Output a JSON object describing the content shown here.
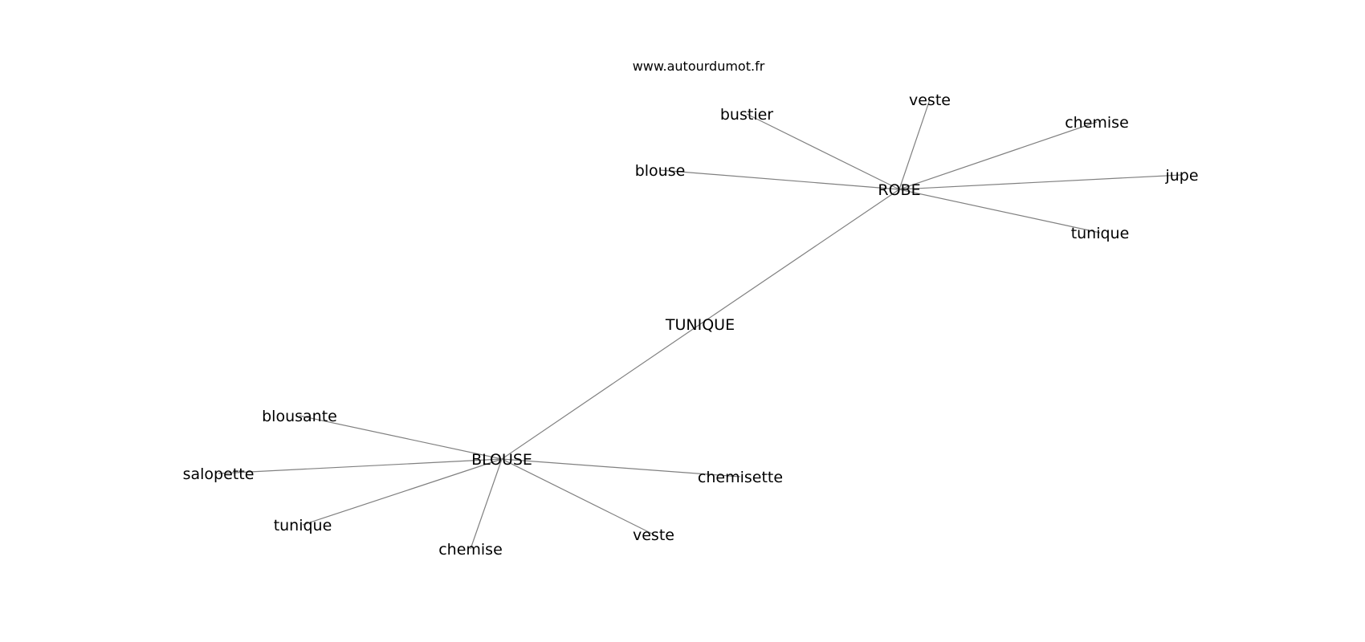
{
  "source": "www.autourdumot.fr",
  "center": "TUNIQUE",
  "hubs": [
    {
      "id": "robe",
      "label": "ROBE",
      "leaves": [
        "bustier",
        "veste",
        "chemise",
        "blouse",
        "jupe",
        "tunique"
      ]
    },
    {
      "id": "blouse",
      "label": "BLOUSE",
      "leaves": [
        "blousante",
        "salopette",
        "chemisette",
        "tunique",
        "chemise",
        "veste"
      ]
    }
  ]
}
